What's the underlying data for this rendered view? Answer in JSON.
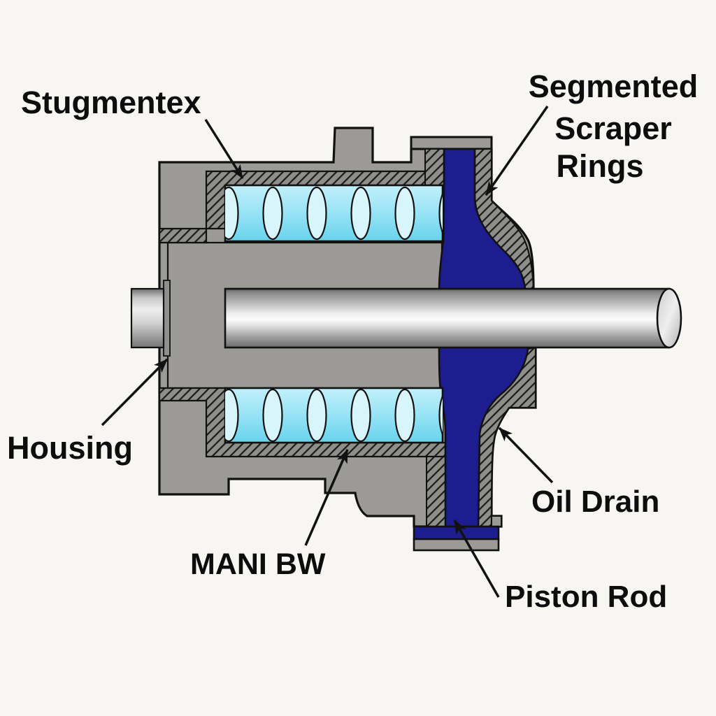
{
  "figure": {
    "type": "technical-cross-section-diagram",
    "subject": "piston rod stuffing box / scraper ring assembly"
  },
  "labels": {
    "stugmentex": "Stugmentex",
    "scraper_line1": "Segmented",
    "scraper_line2": "Scraper",
    "scraper_line3": "Rings",
    "housing": "Housing",
    "mani_bw": "MANI BW",
    "oil_drain": "Oil Drain",
    "piston_rod": "Piston Rod"
  },
  "colors": {
    "background": "#f7f6f2",
    "housing_gray": "#9b9a97",
    "hatch_gray": "#8e8e8a",
    "hatch_line": "#1a1a1a",
    "outline": "#111111",
    "seal_cyan_light": "#c2f0fb",
    "seal_cyan_dark": "#67d3ec",
    "lens_cyan": "#d8f5fc",
    "oil_navy": "#1d1d8f",
    "rod_highlight": "#fbfbfb",
    "rod_shadow": "#6b6b6b",
    "text": "#0d0d0d"
  }
}
